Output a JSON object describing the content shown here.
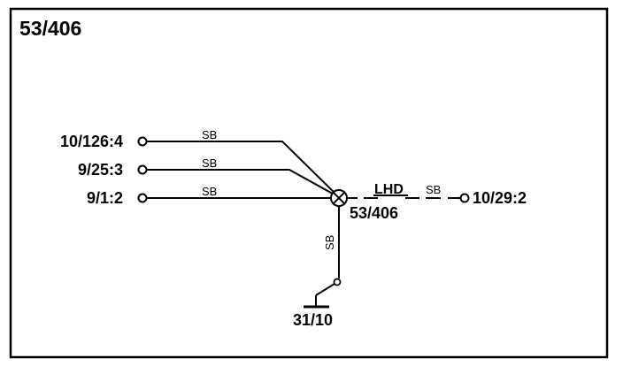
{
  "title": "53/406",
  "splice": {
    "label": "53/406"
  },
  "left_connections": [
    {
      "terminal": "10/126:4",
      "wire": "SB"
    },
    {
      "terminal": "9/25:3",
      "wire": "SB"
    },
    {
      "terminal": "9/1:2",
      "wire": "SB"
    }
  ],
  "right_connection": {
    "variant": "LHD",
    "wire": "SB",
    "terminal": "10/29:2"
  },
  "ground_connection": {
    "wire": "SB",
    "terminal": "31/10"
  }
}
